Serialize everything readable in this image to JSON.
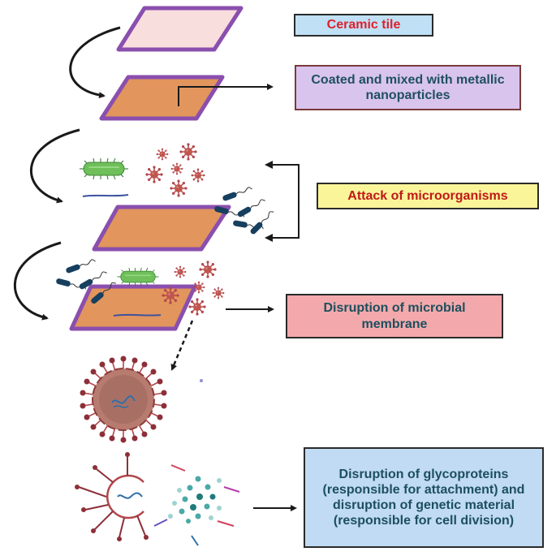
{
  "labels": {
    "ceramic_tile": "Ceramic tile",
    "coated": "Coated and mixed with metallic nanoparticles",
    "attack": "Attack of microorganisms",
    "disruption_membrane": "Disruption of microbial membrane",
    "disruption_glyco": "Disruption of glycoproteins (responsible for attachment) and disruption of genetic material (responsible for cell division)"
  },
  "colors": {
    "tile_border": "#8a4fae",
    "tile_plain": "#f9dede",
    "tile_coated": "#e2955c",
    "bacterium_green": "#6fbf5a",
    "rod_blue": "#173f5f",
    "virus_red": "#b3464b",
    "arrow": "#1a1a1a"
  },
  "icons": {
    "virus": "virus-icon",
    "bacterium": "bacterium-icon",
    "rod_bacterium": "rod-bacterium-icon",
    "dna": "dna-strand-icon",
    "damaged_virus": "damaged-virus-icon",
    "fragment": "glycoprotein-fragment-icon"
  }
}
